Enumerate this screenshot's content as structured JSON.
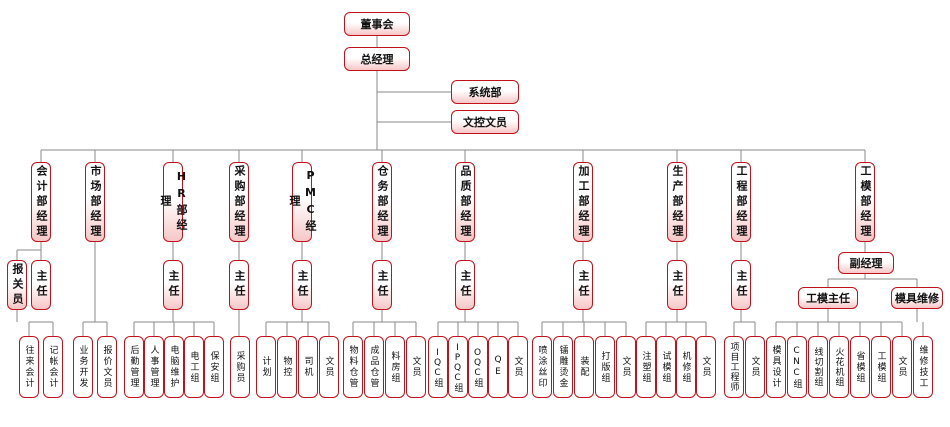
{
  "board": "董事会",
  "gm": "总经理",
  "staff": [
    "系统部",
    "文控文员"
  ],
  "departments": [
    {
      "head": "会计部经理",
      "subs": [
        {
          "label": "报关员",
          "teams": [
            "往来会计",
            "记帐会计"
          ]
        },
        {
          "label": "主任",
          "teams": []
        }
      ]
    },
    {
      "head": "市场部经理",
      "subs": [
        {
          "label": "",
          "teams": [
            "业务开发",
            "报价文员"
          ]
        }
      ]
    },
    {
      "head": "HR部经理",
      "subs": [
        {
          "label": "主任",
          "teams": [
            "后勤管理",
            "人事管理",
            "电脑维护",
            "电工组",
            "保安组"
          ]
        }
      ]
    },
    {
      "head": "采购部经理",
      "subs": [
        {
          "label": "主任",
          "teams": [
            "采购员"
          ]
        }
      ]
    },
    {
      "head": "PMC经理",
      "subs": [
        {
          "label": "主任",
          "teams": [
            "计划",
            "物控",
            "司机",
            "文员"
          ]
        }
      ]
    },
    {
      "head": "仓务部经理",
      "subs": [
        {
          "label": "主任",
          "teams": [
            "物料仓管",
            "成品仓管",
            "料房组",
            "文员"
          ]
        }
      ]
    },
    {
      "head": "品质部经理",
      "subs": [
        {
          "label": "主任",
          "teams": [
            "IQC组",
            "IPQC组",
            "OQC组",
            "QE",
            "文员"
          ]
        }
      ]
    },
    {
      "head": "加工部经理",
      "subs": [
        {
          "label": "主任",
          "teams": [
            "喷涂丝印",
            "镭雕烫金",
            "装配",
            "打版组",
            "文员"
          ]
        }
      ]
    },
    {
      "head": "生产部经理",
      "subs": [
        {
          "label": "主任",
          "teams": [
            "注塑组",
            "试模组",
            "机修组",
            "文员"
          ]
        }
      ]
    },
    {
      "head": "工程部经理",
      "subs": [
        {
          "label": "主任",
          "teams": [
            "项目工程师",
            "文员"
          ]
        }
      ]
    },
    {
      "head": "工模部经理",
      "deputy": "副经理",
      "subs": [
        {
          "label": "工模主任",
          "teams": [
            "模具设计",
            "CNC组",
            "线切割组",
            "火花机组",
            "省模组",
            "工模组",
            "文员"
          ]
        },
        {
          "label": "模具维修",
          "teams": [
            "维修技工"
          ]
        }
      ]
    }
  ]
}
